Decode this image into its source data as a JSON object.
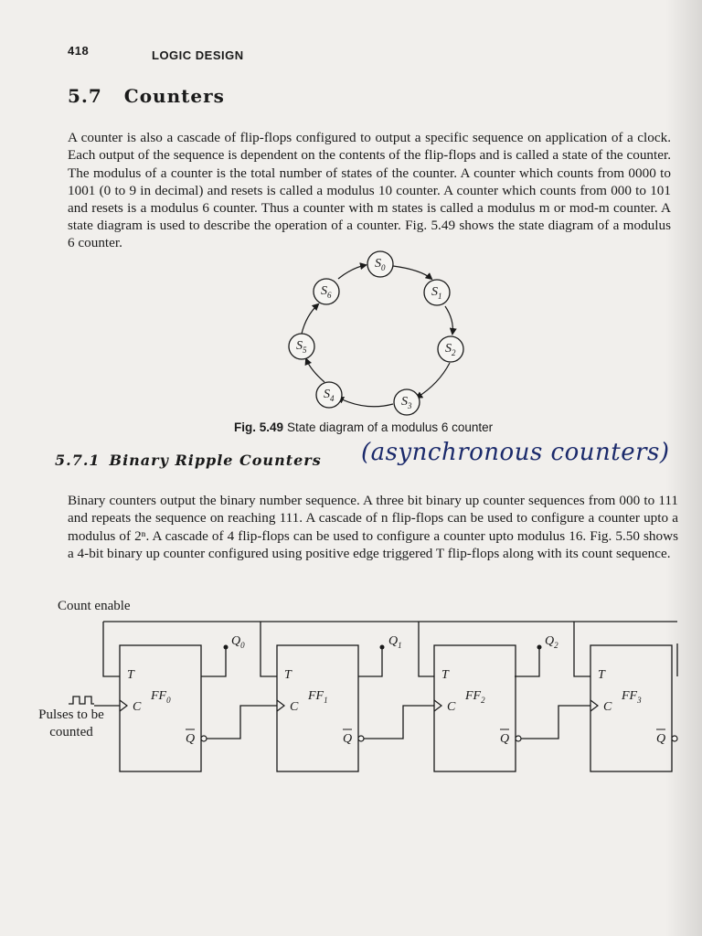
{
  "header": {
    "page_number": "418",
    "running_title": "LOGIC DESIGN"
  },
  "section": {
    "number": "5.7",
    "title": "Counters",
    "paragraph": "A counter is also a cascade of flip-flops configured to output a specific sequence on application of a clock. Each output of the sequence is dependent on the contents of the flip-flops and is called a state of the counter. The modulus of a counter is the total number of states of the counter. A counter which counts from 0000 to 1001 (0 to 9 in decimal) and resets is called a modulus 10 counter. A counter which counts from 000 to 101 and resets is a modulus 6 counter. Thus a counter with m states is called a modulus m or mod-m counter. A state diagram is used to describe the operation of a counter. Fig. 5.49 shows the state diagram of a modulus 6 counter."
  },
  "state_diagram": {
    "states": [
      {
        "label": "S",
        "sub": "0"
      },
      {
        "label": "S",
        "sub": "1"
      },
      {
        "label": "S",
        "sub": "2"
      },
      {
        "label": "S",
        "sub": "3"
      },
      {
        "label": "S",
        "sub": "4"
      },
      {
        "label": "S",
        "sub": "5"
      },
      {
        "label": "S",
        "sub": "6"
      }
    ],
    "caption_label": "Fig. 5.49",
    "caption_text": "State diagram of a modulus 6 counter"
  },
  "subsection": {
    "number": "5.7.1",
    "title": "Binary Ripple Counters",
    "handwritten_note": "(asynchronous counters)",
    "paragraph": "Binary counters output the binary number sequence. A three bit binary up counter sequences from 000 to 111 and repeats the sequence on reaching 111. A cascade of n flip-flops can be used to configure a counter upto a modulus of 2ⁿ. A cascade of 4 flip-flops can be used to configure a counter upto modulus 16. Fig. 5.50 shows a 4-bit binary up counter configured using positive edge triggered T flip-flops along with its count sequence."
  },
  "circuit": {
    "count_enable_label": "Count enable",
    "pulses_label": "Pulses to be counted",
    "flipflops": [
      {
        "name": "FF",
        "sub": "0",
        "q_out": "Q",
        "q_sub": "0"
      },
      {
        "name": "FF",
        "sub": "1",
        "q_out": "Q",
        "q_sub": "1"
      },
      {
        "name": "FF",
        "sub": "2",
        "q_out": "Q",
        "q_sub": "2"
      },
      {
        "name": "FF",
        "sub": "3",
        "q_out": "",
        "q_sub": ""
      }
    ],
    "t_label": "T",
    "c_label": "C",
    "qbar_label": "Q"
  }
}
